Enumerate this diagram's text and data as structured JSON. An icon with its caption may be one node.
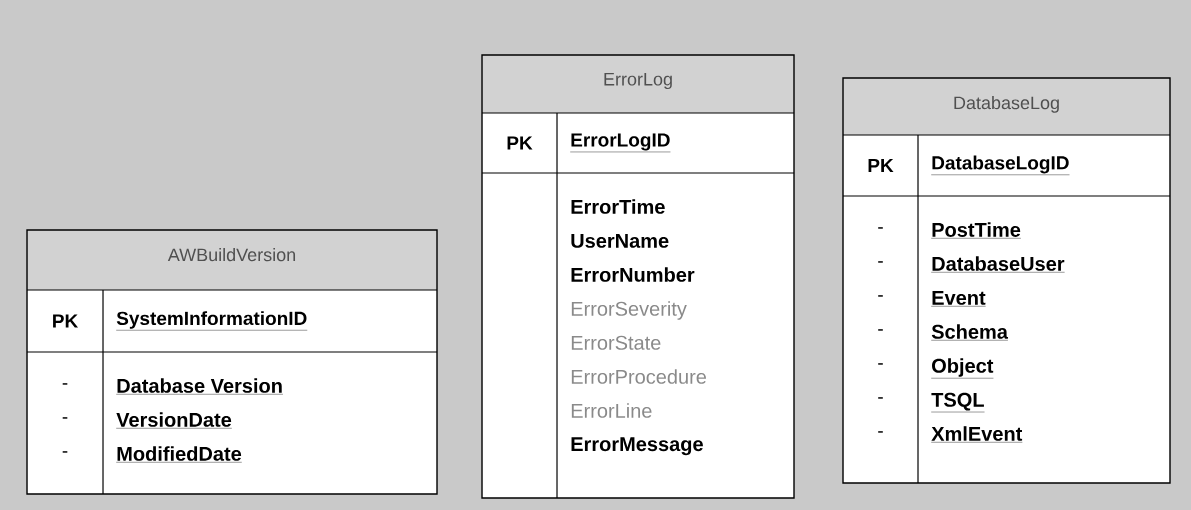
{
  "diagram": {
    "nodes": [
      {
        "text": [
          "AWBuildVersion"
        ]
      },
      {
        "text": [
          "PK"
        ],
        "in": 0
      },
      {
        "text": [
          "SystemInformationID"
        ],
        "in": 0
      },
      {
        "text": [
          "-",
          "-",
          "-"
        ],
        "in": 0
      },
      {
        "text": [
          "Database Version",
          "VersionDate",
          "ModifiedDate"
        ],
        "in": 0
      },
      {
        "text": [
          "ErrorLog"
        ]
      },
      {
        "text": [
          "PK"
        ],
        "in": 5
      },
      {
        "text": [
          "ErrorLogID"
        ],
        "in": 5
      },
      {
        "text": [
          "ErrorTime",
          "UserName",
          "ErrorNumber"
        ],
        "in": 5
      },
      {
        "text": [
          "ErrorSeverity",
          "ErrorState",
          "ErrorProcedure",
          "ErrorLine"
        ],
        "in": 5
      },
      {
        "text": [
          "ErrorMessage"
        ],
        "in": 5
      },
      {
        "text": [
          "DatabaseLog"
        ]
      },
      {
        "text": [
          "PK"
        ],
        "in": 11
      },
      {
        "text": [
          "DatabaseLogID"
        ],
        "in": 11
      },
      {
        "text": [
          "-",
          "-",
          "-",
          "-",
          "-",
          "-",
          "-"
        ],
        "in": 11
      },
      {
        "text": [
          "PostTime",
          "DatabaseUser",
          "Event",
          "Schema",
          "Object",
          "TSQL",
          "XmlEvent"
        ],
        "in": 11
      }
    ],
    "edges": []
  }
}
